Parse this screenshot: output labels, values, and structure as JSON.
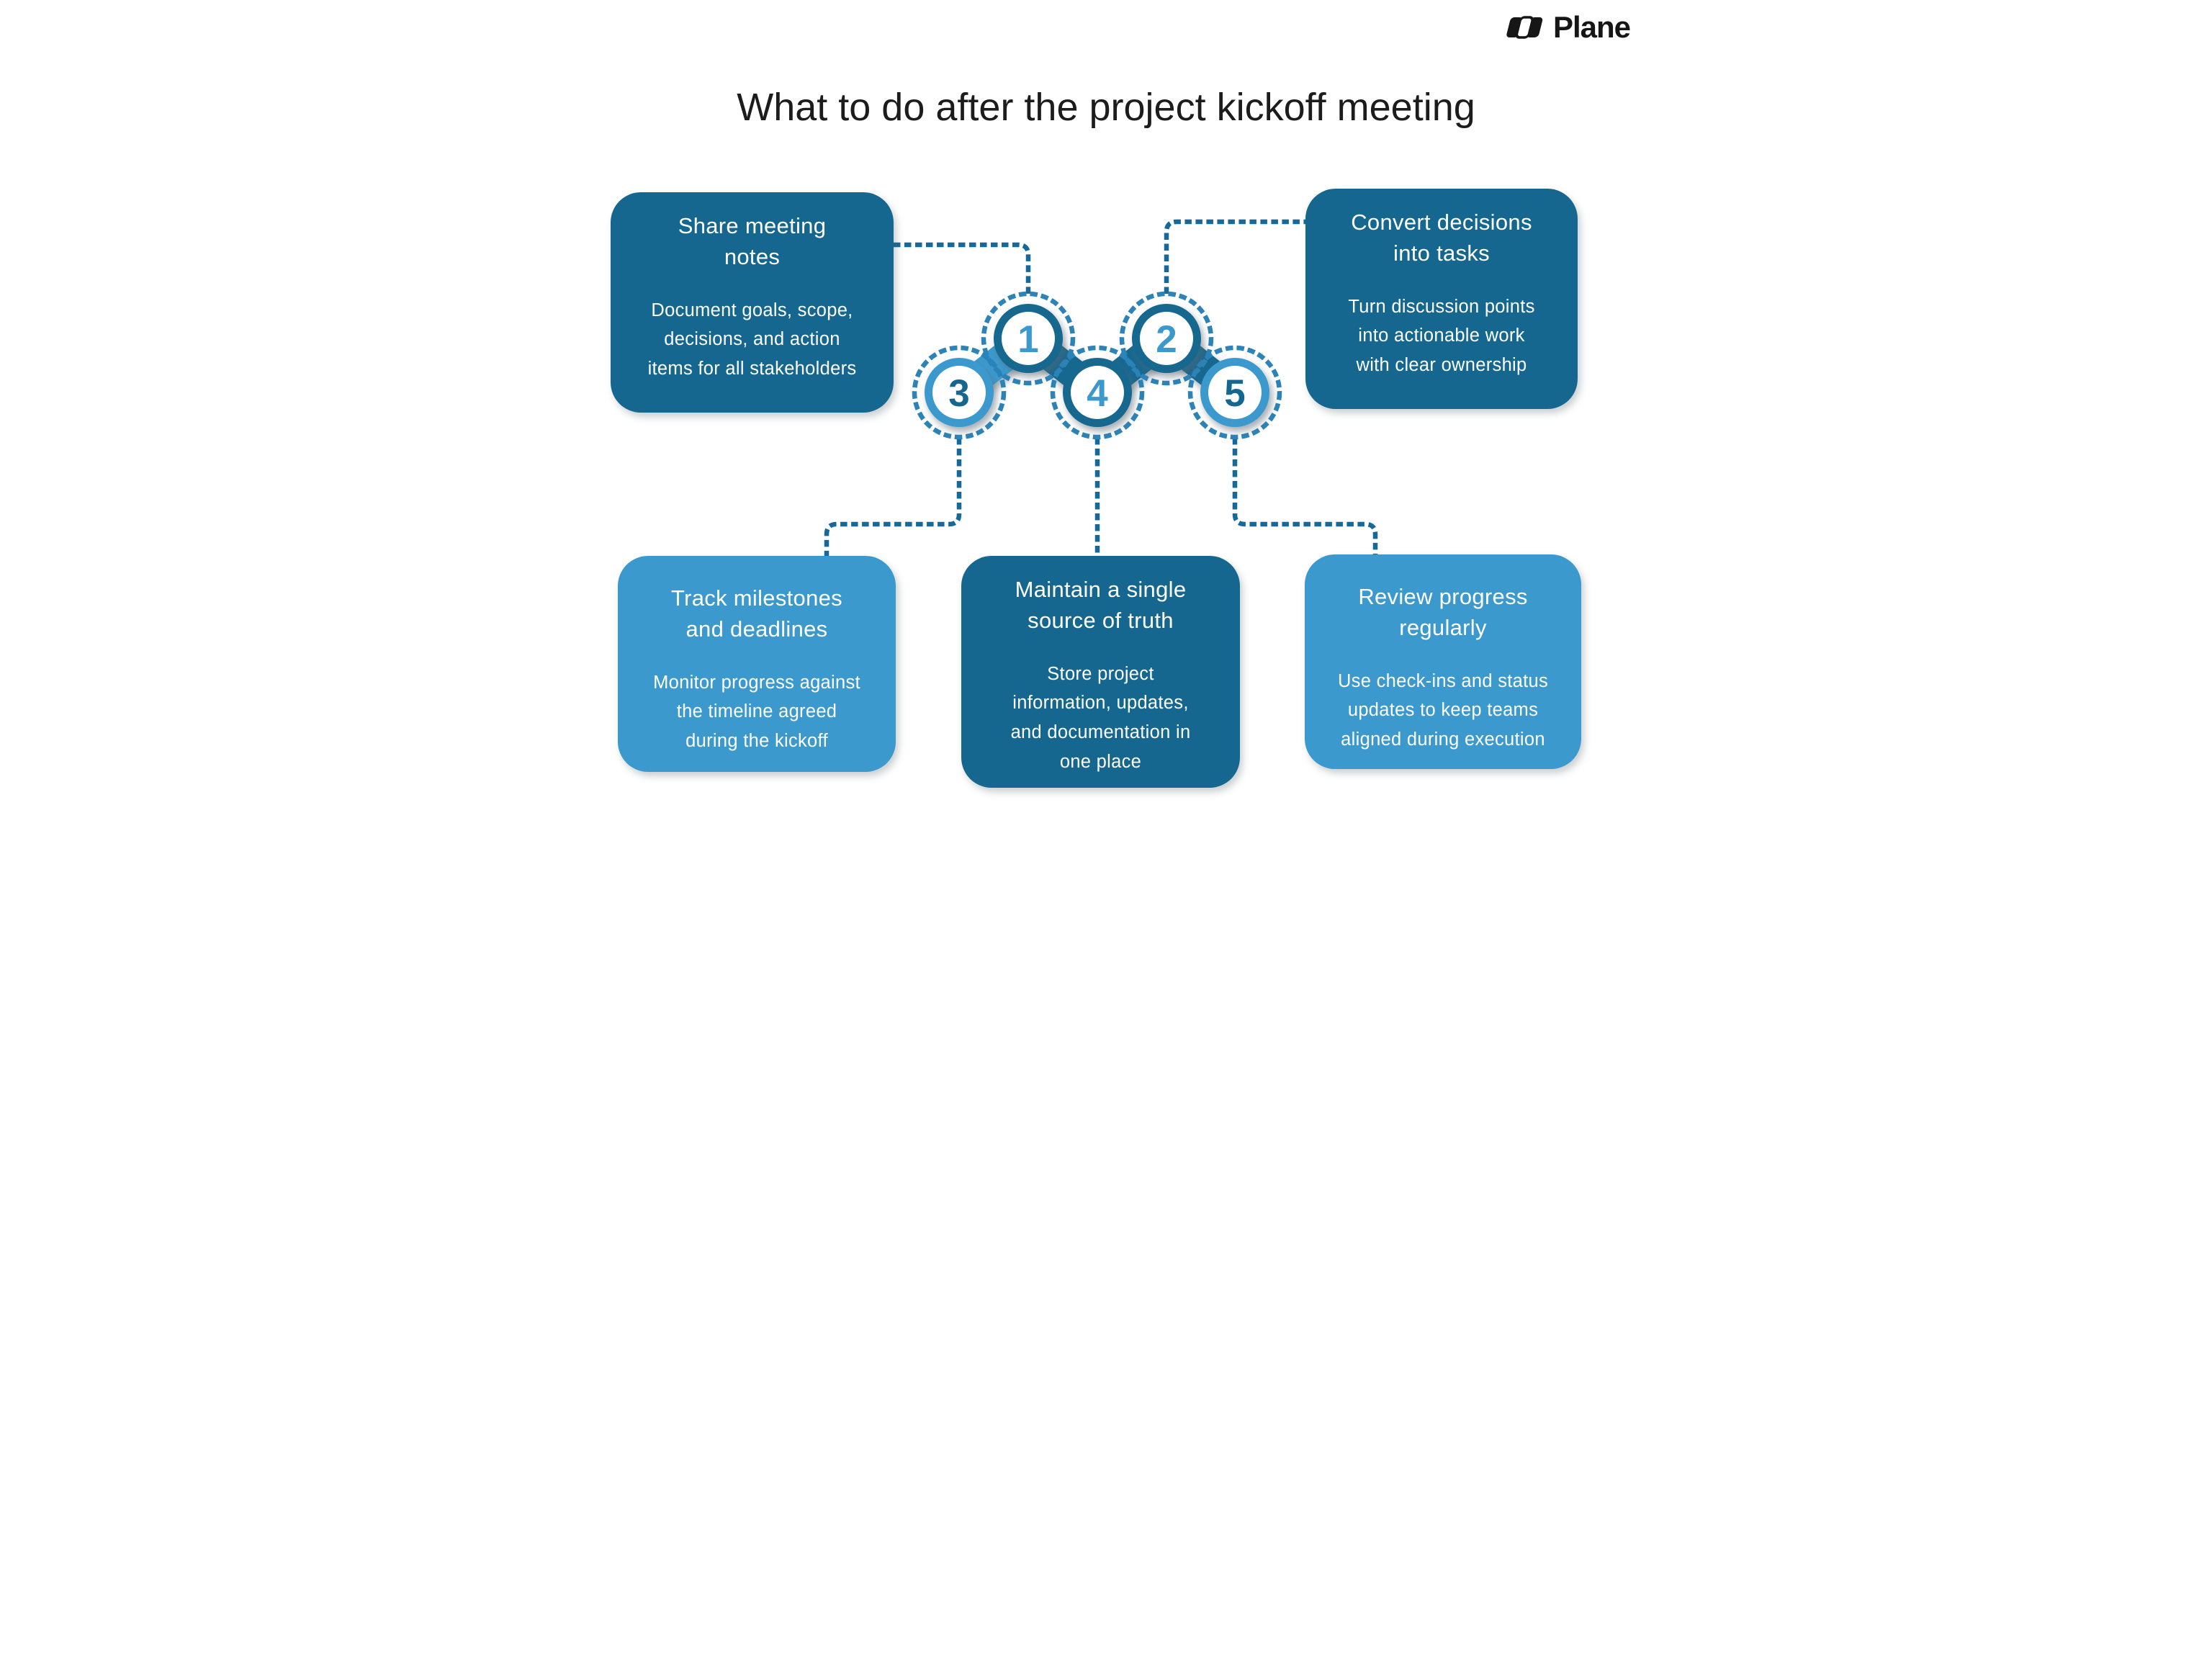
{
  "page": {
    "title": "What to do after the project kickoff meeting",
    "background_color": "#FFFFFF",
    "title_color": "#1C1C1C"
  },
  "brand": {
    "name": "Plane",
    "logo_icon": "plane-logomark",
    "color": "#161616"
  },
  "colors": {
    "dark_blue": "#15678F",
    "light_blue": "#3B99CE",
    "dashed_ring": "#2B83B8",
    "connector_line": "#17699A",
    "card_text": "#FFFFFF",
    "circle_inner": "#FFFFFF"
  },
  "steps": [
    {
      "number": "1",
      "title": "Share meeting\nnotes",
      "description": "Document goals, scope,\ndecisions, and action\nitems for all stakeholders",
      "card_style": "dark",
      "circle_style": "dark-ring-light-number",
      "position": "top-left"
    },
    {
      "number": "2",
      "title": "Convert decisions\ninto tasks",
      "description": "Turn discussion points\ninto actionable work\nwith clear ownership",
      "card_style": "dark",
      "circle_style": "dark-ring-light-number",
      "position": "top-right"
    },
    {
      "number": "3",
      "title": "Track milestones\nand deadlines",
      "description": "Monitor progress against\nthe timeline agreed\nduring the kickoff",
      "card_style": "light",
      "circle_style": "light-ring-dark-number",
      "position": "bottom-left"
    },
    {
      "number": "4",
      "title": "Maintain a single\nsource of truth",
      "description": "Store project\ninformation, updates,\nand documentation in\none place",
      "card_style": "dark",
      "circle_style": "dark-ring-light-number",
      "position": "bottom-middle"
    },
    {
      "number": "5",
      "title": "Review progress\nregularly",
      "description": "Use check-ins and status\nupdates to keep teams\naligned during execution",
      "card_style": "light",
      "circle_style": "light-ring-dark-number",
      "position": "bottom-right"
    }
  ]
}
